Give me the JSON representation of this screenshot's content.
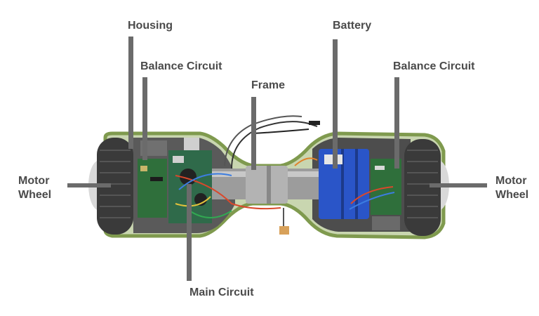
{
  "labels": {
    "housing": "Housing",
    "balance_left": "Balance Circuit",
    "frame": "Frame",
    "battery": "Battery",
    "balance_right": "Balance Circuit",
    "motor_left_1": "Motor",
    "motor_left_2": "Wheel",
    "motor_right_1": "Motor",
    "motor_right_2": "Wheel",
    "main_circuit": "Main Circuit"
  },
  "colors": {
    "shell_green": "#7f9a4e",
    "tire": "#3a3a3a",
    "battery_blue": "#2a55c8",
    "board_green": "#2f6f3b",
    "leader_line": "#6b6b6b",
    "label_text": "#4a4a4a"
  }
}
